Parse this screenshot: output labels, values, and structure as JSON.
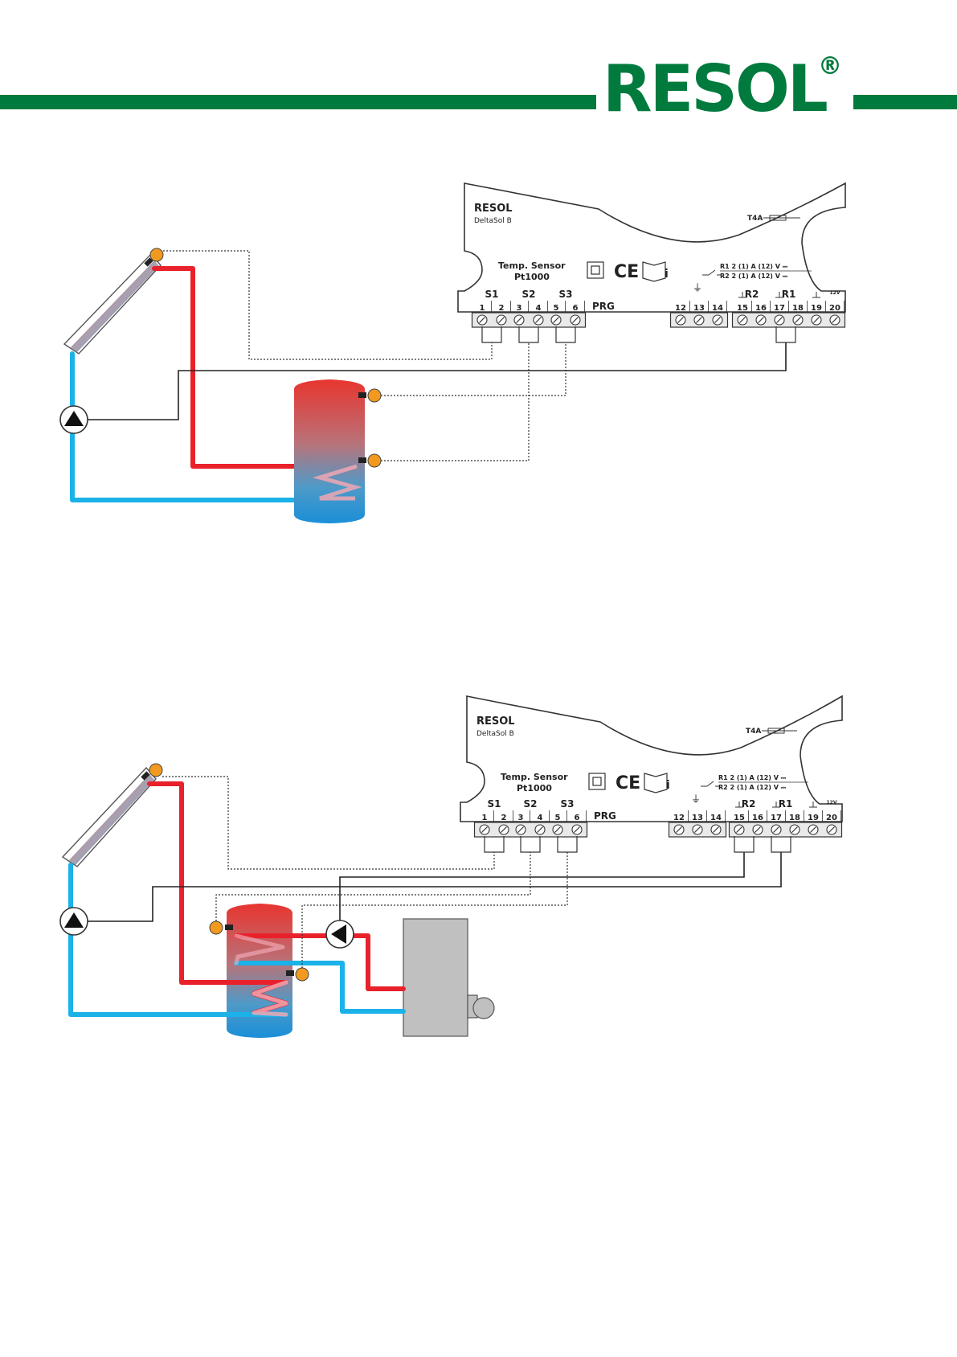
{
  "header": {
    "brand": "RESOL",
    "registered": "®",
    "brand_color": "#007a3d"
  },
  "colors": {
    "hot": "#e8212b",
    "cold": "#1ab2e8",
    "sensor": "#f29a1f",
    "boiler": "#c0c0c0",
    "wire": "#222222"
  },
  "diagrams": [
    {
      "controller": {
        "brand": "RESOL",
        "model": "DeltaSol B",
        "fuse": "T4A",
        "sensor_label_1": "Temp. Sensor",
        "sensor_label_2": "Pt1000",
        "relay_line_1": "R1 2 (1) A (12) V ⎓",
        "relay_line_2": "R2 2 (1) A (12) V ⎓",
        "prg": "PRG",
        "group_labels": [
          "S1",
          "S2",
          "S3",
          "R2",
          "R1"
        ],
        "terminals": [
          "1",
          "2",
          "3",
          "4",
          "5",
          "6",
          "12",
          "13",
          "14",
          "15",
          "16",
          "17",
          "18",
          "19",
          "20"
        ],
        "voltage_label": "12V"
      }
    },
    {
      "controller": {
        "brand": "RESOL",
        "model": "DeltaSol B",
        "fuse": "T4A",
        "sensor_label_1": "Temp. Sensor",
        "sensor_label_2": "Pt1000",
        "relay_line_1": "R1 2 (1) A (12) V ⎓",
        "relay_line_2": "R2 2 (1) A (12) V ⎓",
        "prg": "PRG",
        "group_labels": [
          "S1",
          "S2",
          "S3",
          "R2",
          "R1"
        ],
        "terminals": [
          "1",
          "2",
          "3",
          "4",
          "5",
          "6",
          "12",
          "13",
          "14",
          "15",
          "16",
          "17",
          "18",
          "19",
          "20"
        ],
        "voltage_label": "12V"
      }
    }
  ]
}
